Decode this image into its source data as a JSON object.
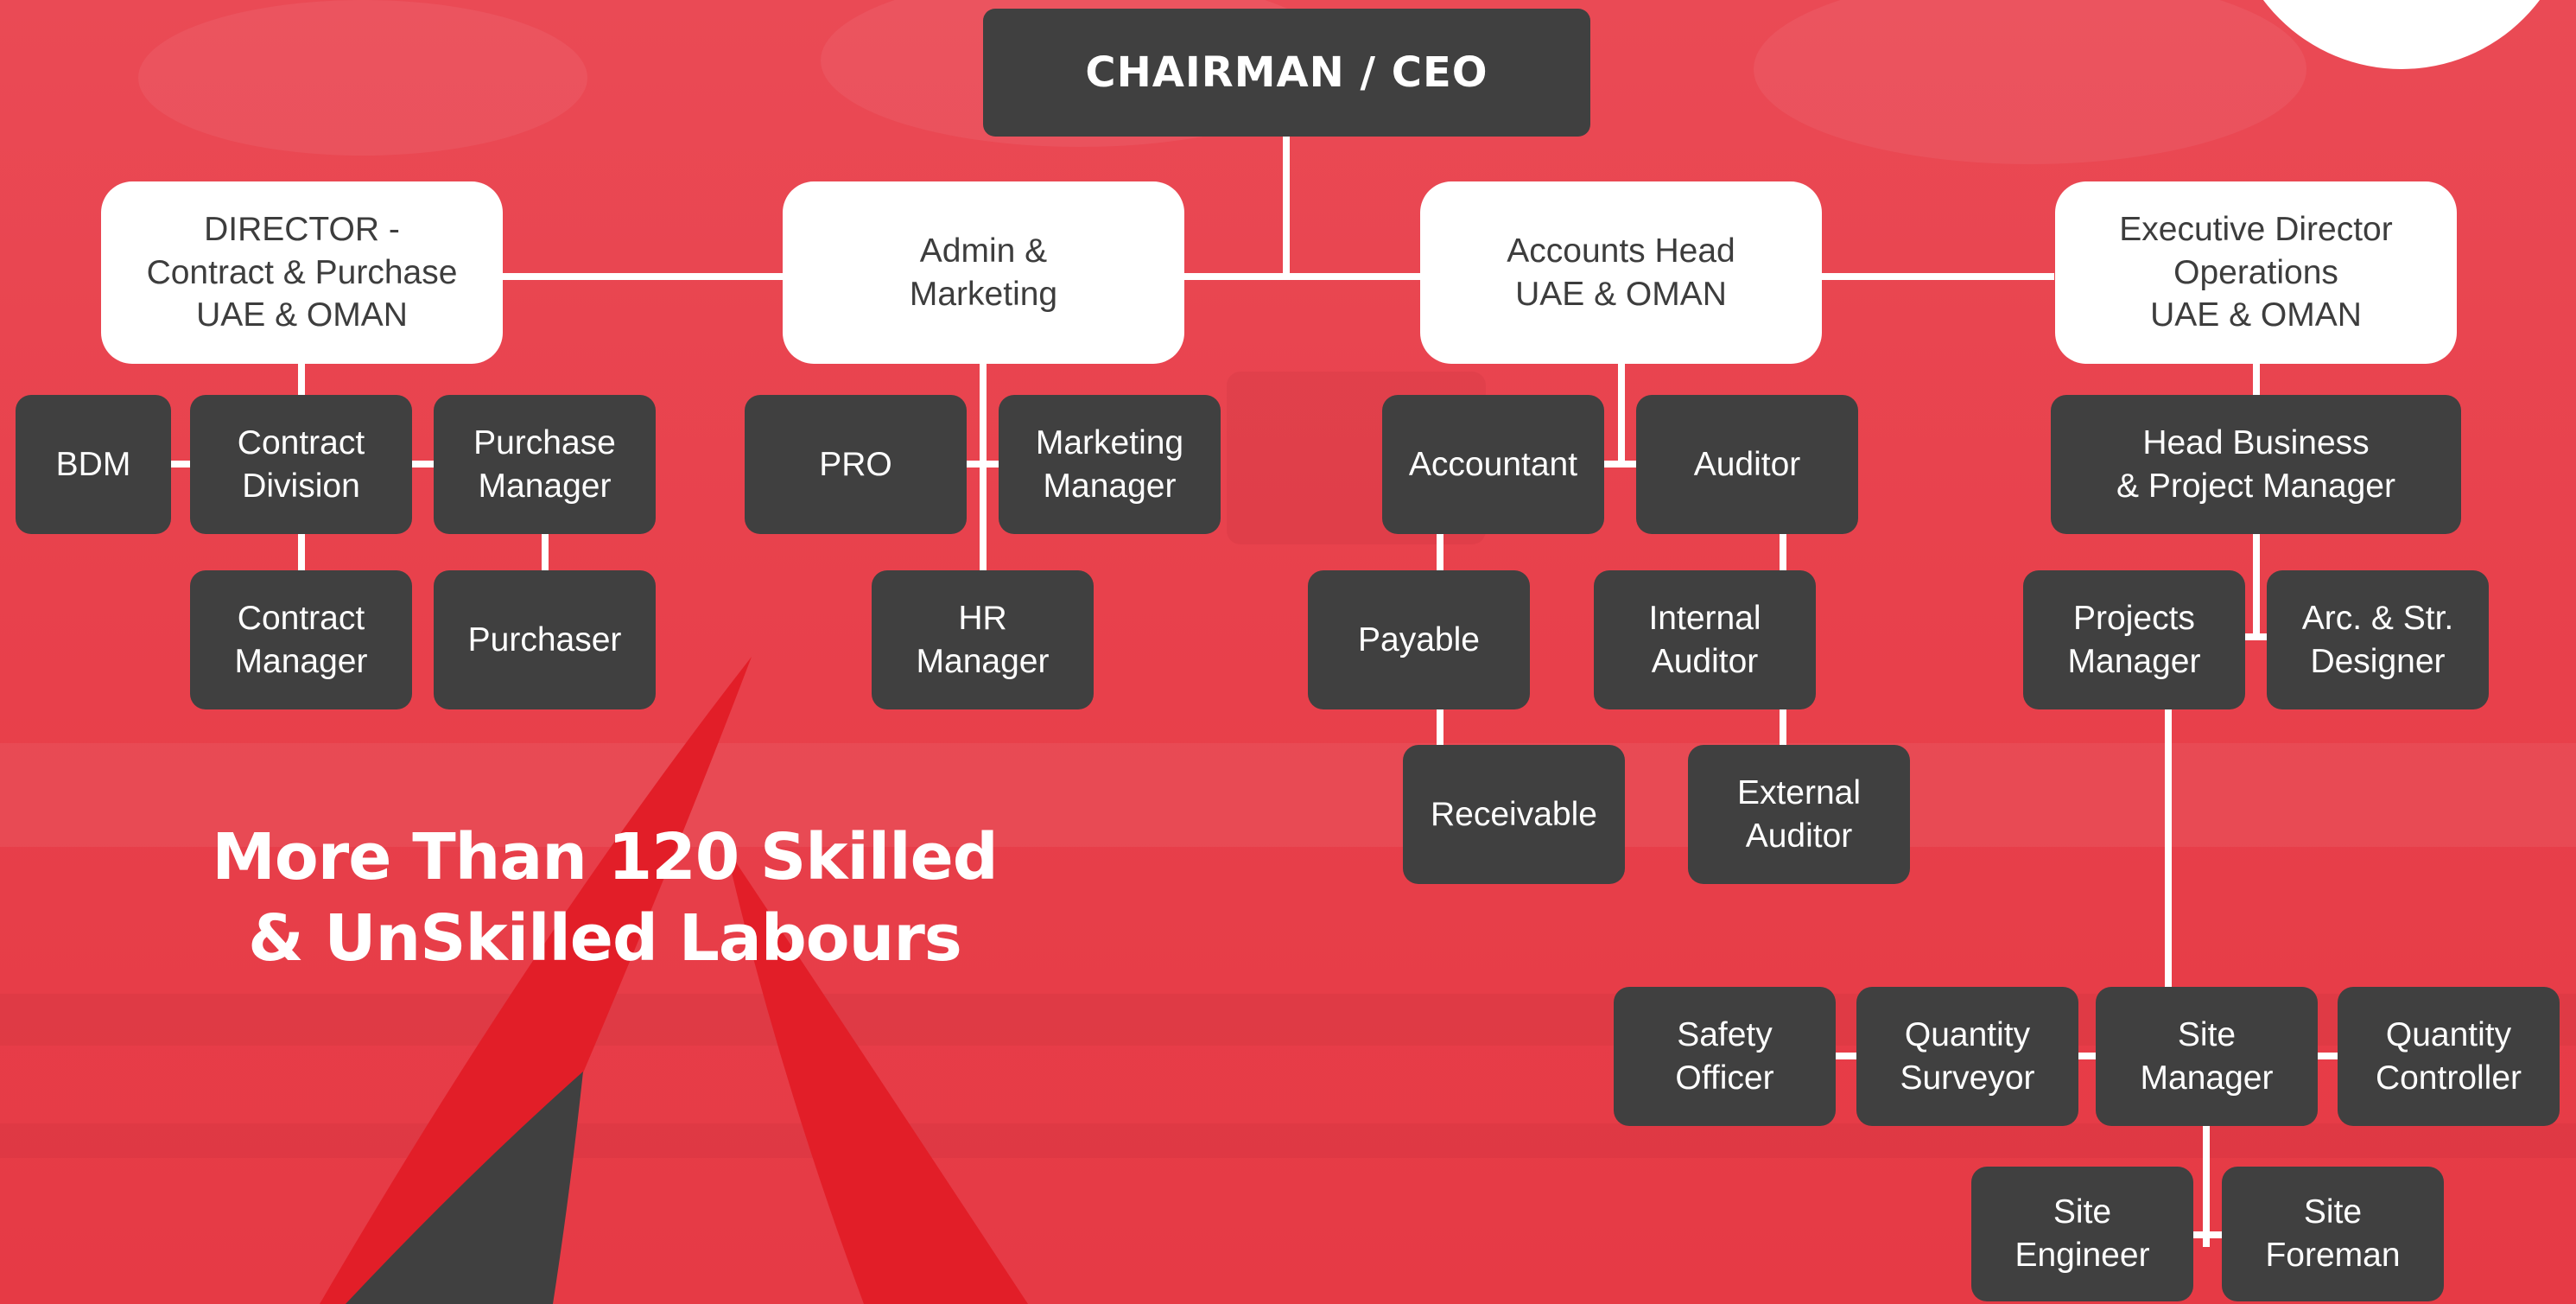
{
  "colors": {
    "background": "#e8434e",
    "node_dark": "#404040",
    "node_light": "#ffffff",
    "connector": "#ffffff",
    "accent_red": "#e21e28"
  },
  "org_chart": {
    "ceo": "CHAIRMAN / CEO",
    "directors": {
      "contract_purchase": "DIRECTOR -\nContract & Purchase\nUAE & OMAN",
      "admin_marketing": "Admin &\nMarketing",
      "accounts_head": "Accounts Head\nUAE & OMAN",
      "exec_director": "Executive Director\nOperations\nUAE & OMAN"
    },
    "contract_branch": {
      "bdm": "BDM",
      "contract_division": "Contract\nDivision",
      "purchase_manager": "Purchase\nManager",
      "contract_manager": "Contract\nManager",
      "purchaser": "Purchaser"
    },
    "admin_branch": {
      "pro": "PRO",
      "marketing_manager": "Marketing\nManager",
      "hr_manager": "HR\nManager"
    },
    "accounts_branch": {
      "accountant": "Accountant",
      "auditor": "Auditor",
      "payable": "Payable",
      "internal_auditor": "Internal\nAuditor",
      "receivable": "Receivable",
      "external_auditor": "External\nAuditor"
    },
    "operations_branch": {
      "head_business": "Head Business\n& Project Manager",
      "projects_manager": "Projects\nManager",
      "arc_designer": "Arc. & Str.\nDesigner",
      "safety_officer": "Safety\nOfficer",
      "quantity_surveyor": "Quantity\nSurveyor",
      "site_manager": "Site\nManager",
      "quantity_controller": "Quantity\nController",
      "site_engineer": "Site\nEngineer",
      "site_foreman": "Site\nForeman"
    }
  },
  "headline": {
    "line1": "More Than 120 Skilled",
    "line2": "& UnSkilled Labours"
  }
}
